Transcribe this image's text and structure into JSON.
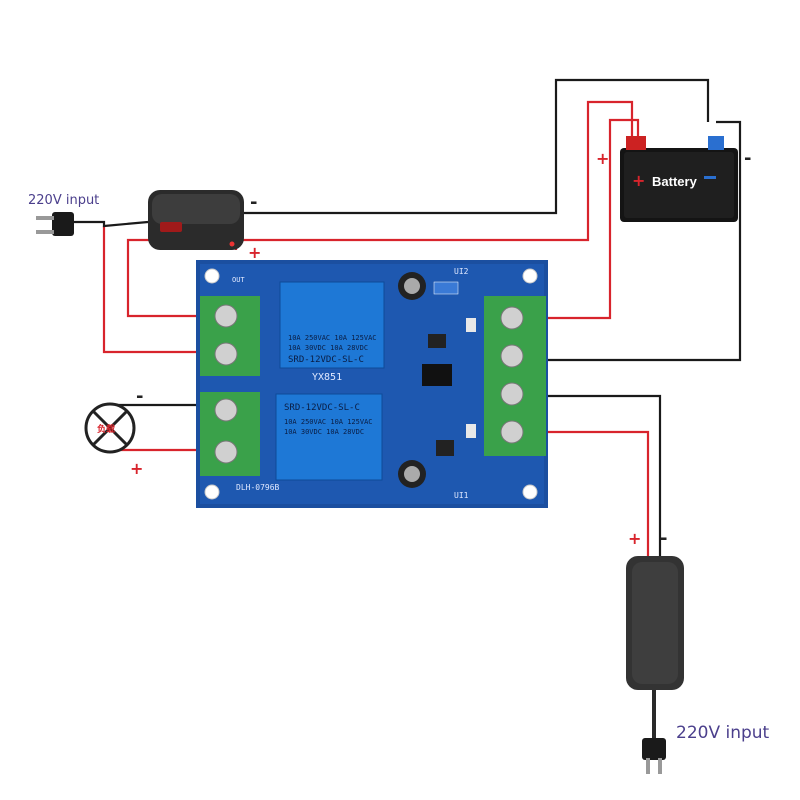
{
  "labels": {
    "ac_input_top": "220V input",
    "ac_input_bottom": "220V input",
    "battery": "Battery",
    "load_glyphs": "负载",
    "plus": "+",
    "minus": "-"
  },
  "board": {
    "model": "YX851",
    "pcb_code": "DLH-0796B",
    "left_header": "OUT",
    "right_top_label": "UI2",
    "right_bottom_label": "UI1",
    "relay_top": {
      "line1": "10A 250VAC  10A 125VAC",
      "line2": "10A 30VDC  10A 28VDC",
      "line3": "SRD-12VDC-SL-C"
    },
    "relay_bottom": {
      "line1": "SRD-12VDC-SL-C",
      "line2": "10A 250VAC 10A 125VAC",
      "line3": "10A 30VDC 10A 28VDC"
    }
  },
  "colors": {
    "wire_positive": "#d8242c",
    "wire_negative": "#1a1a1a",
    "board": "#1b4fa0",
    "terminal": "#3aa14a"
  }
}
